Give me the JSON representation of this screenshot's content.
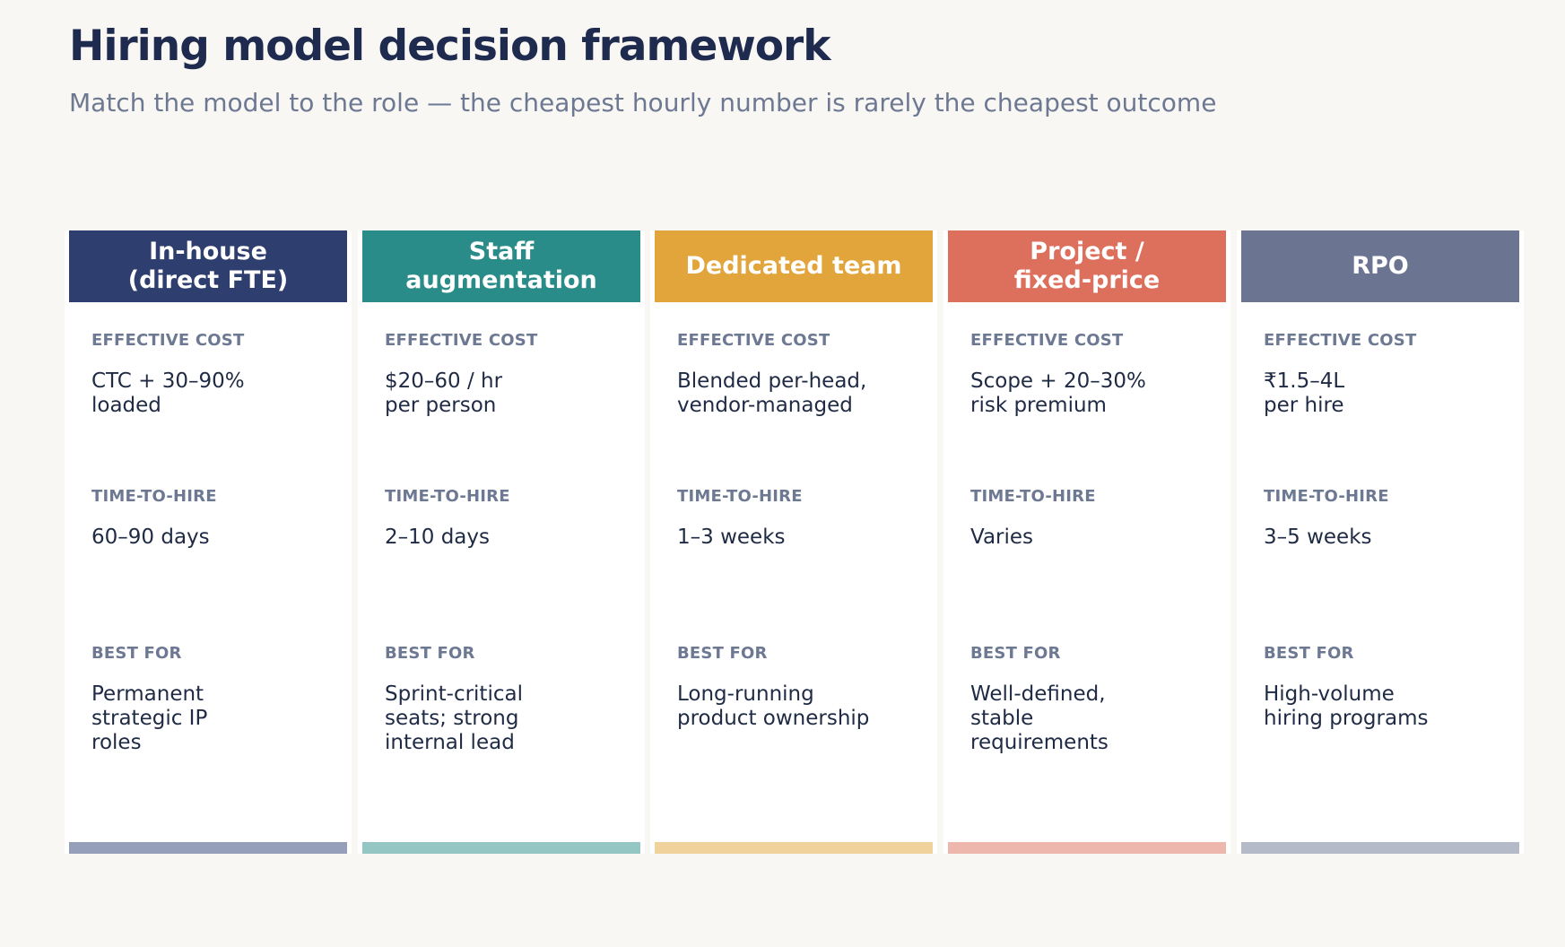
{
  "title": "Hiring model decision framework",
  "subtitle": "Match the model to the role — the cheapest hourly number is rarely the cheapest outcome",
  "field_labels": {
    "cost": "EFFECTIVE COST",
    "time": "TIME-TO-HIRE",
    "best": "BEST FOR"
  },
  "columns": [
    {
      "header": "In-house\n(direct FTE)",
      "color": "#2e3f6f",
      "footer_color": "#959fb9",
      "cost": "CTC + 30–90%\nloaded",
      "time": "60–90 days",
      "best": "Permanent\nstrategic IP\nroles"
    },
    {
      "header": "Staff\naugmentation",
      "color": "#2a8c89",
      "footer_color": "#94c6c4",
      "cost": "$20–60 / hr\nper person",
      "time": "2–10 days",
      "best": "Sprint-critical\nseats; strong\ninternal lead"
    },
    {
      "header": "Dedicated team",
      "color": "#e2a53b",
      "footer_color": "#f0d29d",
      "cost": "Blended per-head,\nvendor-managed",
      "time": "1–3 weeks",
      "best": "Long-running\nproduct ownership"
    },
    {
      "header": "Project /\nfixed-price",
      "color": "#dd6f5d",
      "footer_color": "#eeb7ae",
      "cost": "Scope + 20–30%\nrisk premium",
      "time": "Varies",
      "best": "Well-defined,\nstable\nrequirements"
    },
    {
      "header": "RPO",
      "color": "#6b7591",
      "footer_color": "#b5bac8",
      "cost": "₹1.5–4L\nper hire",
      "time": "3–5 weeks",
      "best": "High-volume\nhiring programs"
    }
  ]
}
